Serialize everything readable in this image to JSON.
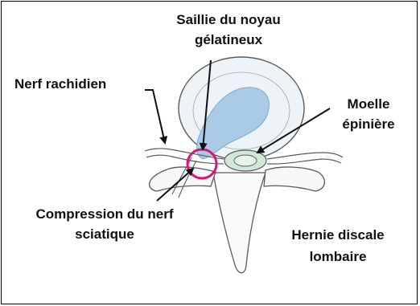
{
  "labels": {
    "noyau_line1": "Saillie du noyau",
    "noyau_line2": "gélatineux",
    "nerf_rachidien": "Nerf rachidien",
    "moelle_line1": "Moelle",
    "moelle_line2": "épinière",
    "compression_line1": "Compression du nerf",
    "compression_line2": "sciatique",
    "hernie_line1": "Hernie discale",
    "hernie_line2": "lombaire"
  },
  "colors": {
    "disc_fill": "#eef3f7",
    "nucleus": "#a9cbe8",
    "cord": "#cfe8d8",
    "highlight_circle": "#d8147a",
    "outline": "#5a5a5a"
  }
}
